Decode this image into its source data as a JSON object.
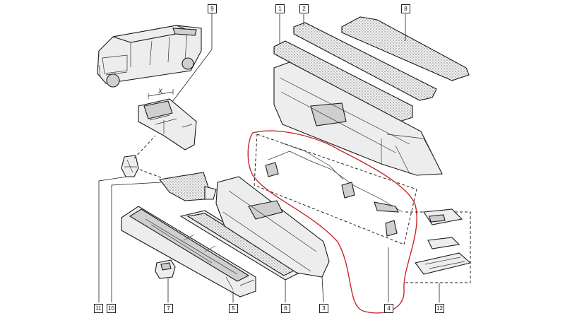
{
  "callouts": [
    {
      "id": "1",
      "label": "1"
    },
    {
      "id": "2",
      "label": "2"
    },
    {
      "id": "3",
      "label": "3"
    },
    {
      "id": "4",
      "label": "4"
    },
    {
      "id": "5",
      "label": "5"
    },
    {
      "id": "6",
      "label": "6"
    },
    {
      "id": "7",
      "label": "7"
    },
    {
      "id": "8",
      "label": "8"
    },
    {
      "id": "9",
      "label": "9"
    },
    {
      "id": "10",
      "label": "10"
    },
    {
      "id": "11",
      "label": "11"
    },
    {
      "id": "12",
      "label": "12"
    }
  ],
  "dimension_label": "X",
  "colors": {
    "line": "#1a1a1a",
    "highlight": "#c8272b",
    "background": "#ffffff"
  }
}
